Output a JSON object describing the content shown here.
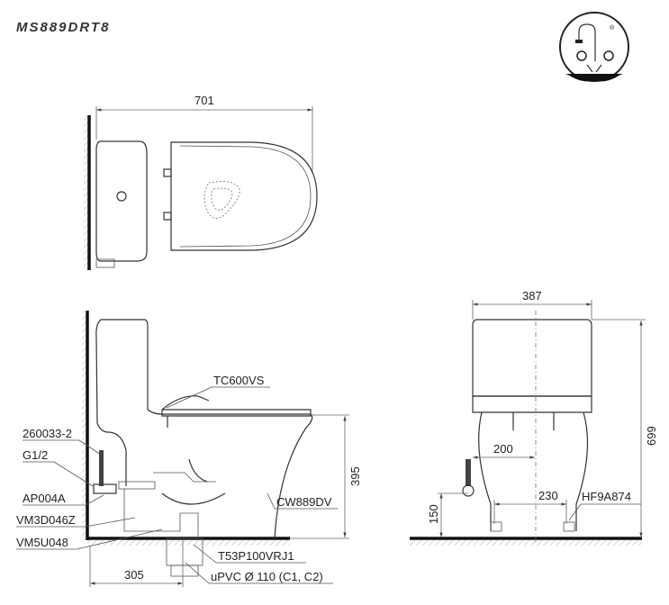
{
  "model": "MS889DRT8",
  "logo_icon": "faucet-water-saving-icon",
  "top_view": {
    "width_dim": "701"
  },
  "side_view": {
    "labels": {
      "seat": "TC600VS",
      "part1": "260033-2",
      "thread": "G1/2",
      "valve": "AP004A",
      "part2": "VM3D046Z",
      "part3": "VM5U048",
      "bowl": "CW889DV",
      "flange": "T53P100VRJ1",
      "pipe": "uPVC Ø 110 (C1, C2)"
    },
    "dims": {
      "height": "395",
      "rough_in": "305"
    }
  },
  "front_view": {
    "dims": {
      "width": "387",
      "height": "699",
      "d200": "200",
      "d230": "230",
      "d150": "150"
    },
    "labels": {
      "supply": "HF9A874"
    }
  }
}
